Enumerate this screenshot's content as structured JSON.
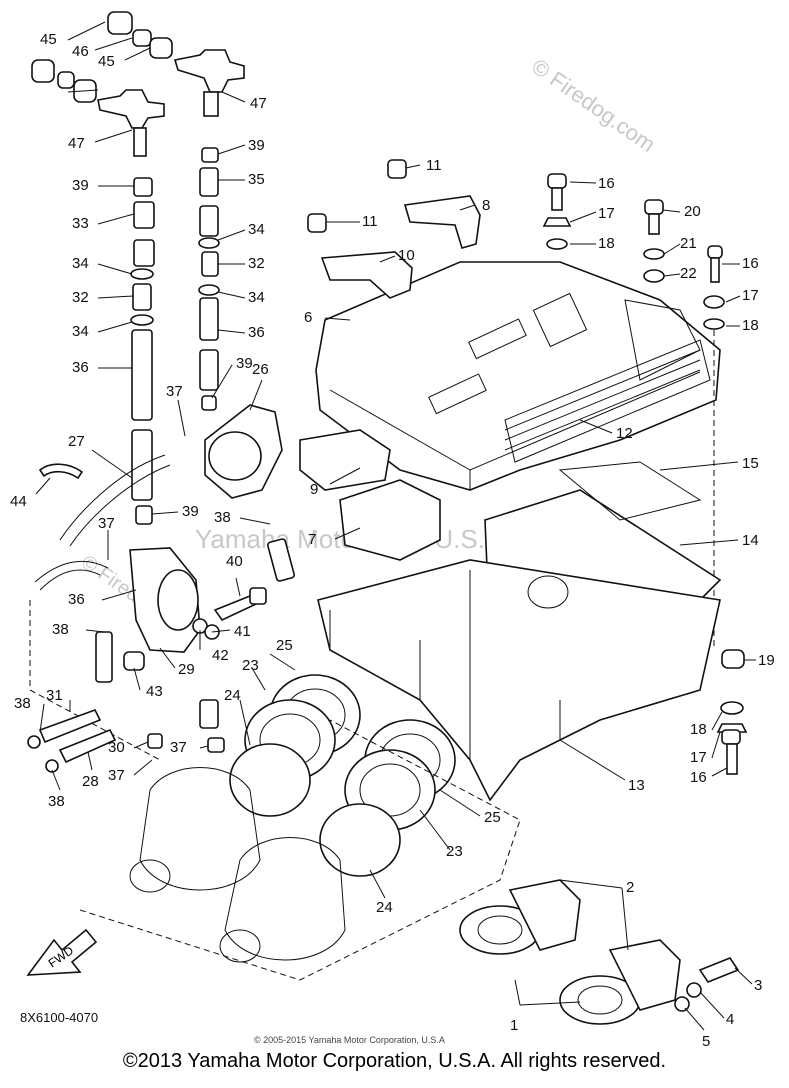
{
  "watermark": {
    "center": "Yamaha Motor Corp U.S.A",
    "site": "© Firedog.com"
  },
  "diagram_code": "8X6100-4070",
  "copyright_small": "© 2005-2015 Yamaha Motor Corporation, U.S.A",
  "copyright": "©2013 Yamaha Motor Corporation, U.S.A. All rights reserved.",
  "fwd_label": "FWD",
  "callouts": {
    "n1": "1",
    "n2": "2",
    "n3": "3",
    "n4": "4",
    "n5": "5",
    "n6": "6",
    "n7": "7",
    "n8": "8",
    "n9": "9",
    "n10": "10",
    "n11a": "11",
    "n11b": "11",
    "n12": "12",
    "n13": "13",
    "n14": "14",
    "n15": "15",
    "n16a": "16",
    "n16b": "16",
    "n16c": "16",
    "n17a": "17",
    "n17b": "17",
    "n17c": "17",
    "n18a": "18",
    "n18b": "18",
    "n18c": "18",
    "n19": "19",
    "n20": "20",
    "n21": "21",
    "n22": "22",
    "n23a": "23",
    "n23b": "23",
    "n24a": "24",
    "n24b": "24",
    "n25a": "25",
    "n25b": "25",
    "n26": "26",
    "n27": "27",
    "n28": "28",
    "n29": "29",
    "n30": "30",
    "n31": "31",
    "n32a": "32",
    "n32b": "32",
    "n33": "33",
    "n34a": "34",
    "n34b": "34",
    "n34c": "34",
    "n34d": "34",
    "n35": "35",
    "n36a": "36",
    "n36b": "36",
    "n36c": "36",
    "n37a": "37",
    "n37b": "37",
    "n37c": "37",
    "n37d": "37",
    "n38a": "38",
    "n38b": "38",
    "n38c": "38",
    "n38d": "38",
    "n39a": "39",
    "n39b": "39",
    "n39c": "39",
    "n39d": "39",
    "n40": "40",
    "n41": "41",
    "n42": "42",
    "n43": "43",
    "n44": "44",
    "n45a": "45",
    "n45b": "45",
    "n46": "46",
    "n47a": "47",
    "n47b": "47"
  }
}
